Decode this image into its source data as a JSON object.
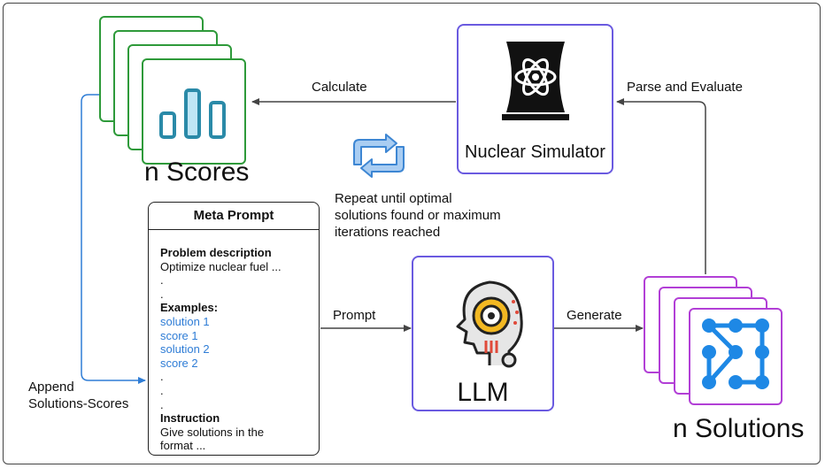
{
  "scores": {
    "label": "n Scores"
  },
  "simulator": {
    "label": "Nuclear Simulator"
  },
  "llm": {
    "label": "LLM"
  },
  "solutions": {
    "label": "n Solutions"
  },
  "edges": {
    "calculate": "Calculate",
    "parse_evaluate": "Parse and Evaluate",
    "prompt": "Prompt",
    "generate": "Generate",
    "append_line1": "Append",
    "append_line2": "Solutions-Scores"
  },
  "repeat": {
    "line1": "Repeat until optimal",
    "line2": "solutions found or maximum",
    "line3": "iterations reached"
  },
  "meta_prompt": {
    "title": "Meta Prompt",
    "problem_heading": "Problem description",
    "problem_text": "Optimize nuclear fuel ...",
    "dot1": ".",
    "dot2": ".",
    "examples_heading": "Examples:",
    "solution1": "solution 1",
    "score1": "score 1",
    "solution2": "solution 2",
    "score2": "score 2",
    "dot3": ".",
    "dot4": ".",
    "dot5": ".",
    "instruction_heading": "Instruction",
    "instruction_line1": "Give solutions in the",
    "instruction_line2": "format ..."
  },
  "colors": {
    "score_border": "#2e9a3a",
    "solution_border": "#b23fd6",
    "box_border": "#6a5ae0",
    "append_arrow": "#2f7dd6",
    "icon_teal": "#2a8aa8",
    "icon_blue": "#1e88e5"
  }
}
